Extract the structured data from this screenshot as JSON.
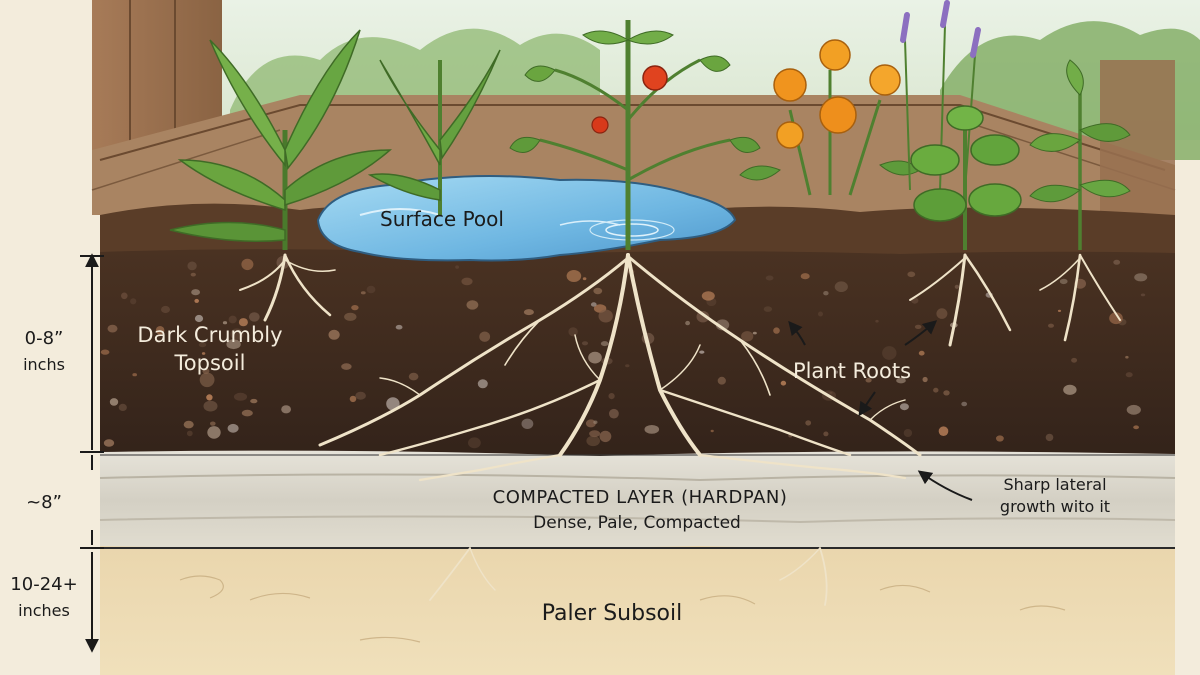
{
  "labels": {
    "surface_pool": "Surface Pool",
    "topsoil_line1": "Dark Crumbly",
    "topsoil_line2": "Topsoil",
    "plant_roots": "Plant Roots",
    "hardpan_title": "COMPACTED LAYER (HARDPAN)",
    "hardpan_desc": "Dense, Pale, Compacted",
    "lateral_line1": "Sharp lateral",
    "lateral_line2": "growth wito it",
    "subsoil": "Paler Subsoil"
  },
  "depth_scale": {
    "topsoil_line1": "0-8”",
    "topsoil_line2": "inchs",
    "hardpan": "~8”",
    "subsoil_line1": "10-24+",
    "subsoil_line2": "inches"
  },
  "colors": {
    "topsoil": "#3e2a1e",
    "hardpan": "#dcd8cc",
    "subsoil": "#e8d3a8",
    "water": "#7cc3e8",
    "wood": "#9c7352",
    "leaf": "#5f9a3a",
    "root": "#efe3c8"
  }
}
